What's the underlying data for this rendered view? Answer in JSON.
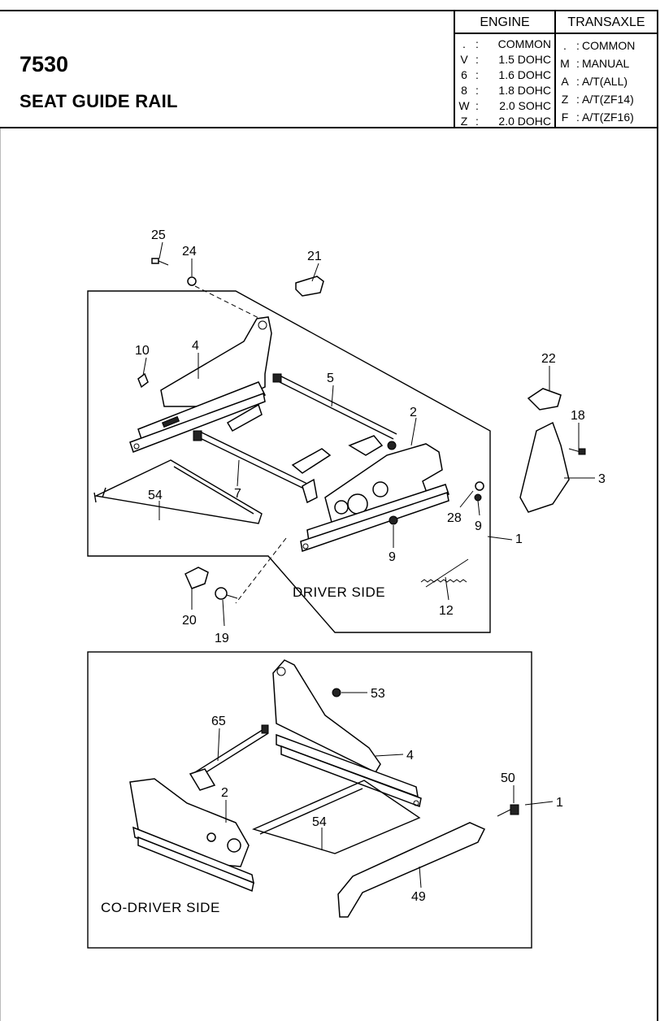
{
  "header": {
    "code": "7530",
    "title": "SEAT GUIDE RAIL"
  },
  "legend": {
    "engine": {
      "heading": "ENGINE",
      "rows": [
        {
          "key": ".",
          "value": "COMMON"
        },
        {
          "key": "V",
          "value": "1.5 DOHC"
        },
        {
          "key": "6",
          "value": "1.6 DOHC"
        },
        {
          "key": "8",
          "value": "1.8 DOHC"
        },
        {
          "key": "W",
          "value": "2.0 SOHC"
        },
        {
          "key": "Z",
          "value": "2.0 DOHC"
        }
      ]
    },
    "transaxle": {
      "heading": "TRANSAXLE",
      "rows": [
        {
          "key": ".",
          "value": "COMMON"
        },
        {
          "key": "M",
          "value": "MANUAL"
        },
        {
          "key": "A",
          "value": "A/T(ALL)"
        },
        {
          "key": "Z",
          "value": "A/T(ZF14)"
        },
        {
          "key": "F",
          "value": "A/T(ZF16)"
        }
      ]
    }
  },
  "diagram": {
    "driver_side_label": "DRIVER SIDE",
    "co_driver_side_label": "CO-DRIVER SIDE",
    "callouts": {
      "c25": "25",
      "c24": "24",
      "c21": "21",
      "c10": "10",
      "c4a": "4",
      "c5": "5",
      "c22": "22",
      "c2a": "2",
      "c18": "18",
      "c3": "3",
      "c7": "7",
      "c54a": "54",
      "c28": "28",
      "c9a": "9",
      "c9b": "9",
      "c1a": "1",
      "c20": "20",
      "c19": "19",
      "c12": "12",
      "c53": "53",
      "c65": "65",
      "c4b": "4",
      "c2b": "2",
      "c50": "50",
      "c1b": "1",
      "c54b": "54",
      "c49": "49"
    }
  }
}
